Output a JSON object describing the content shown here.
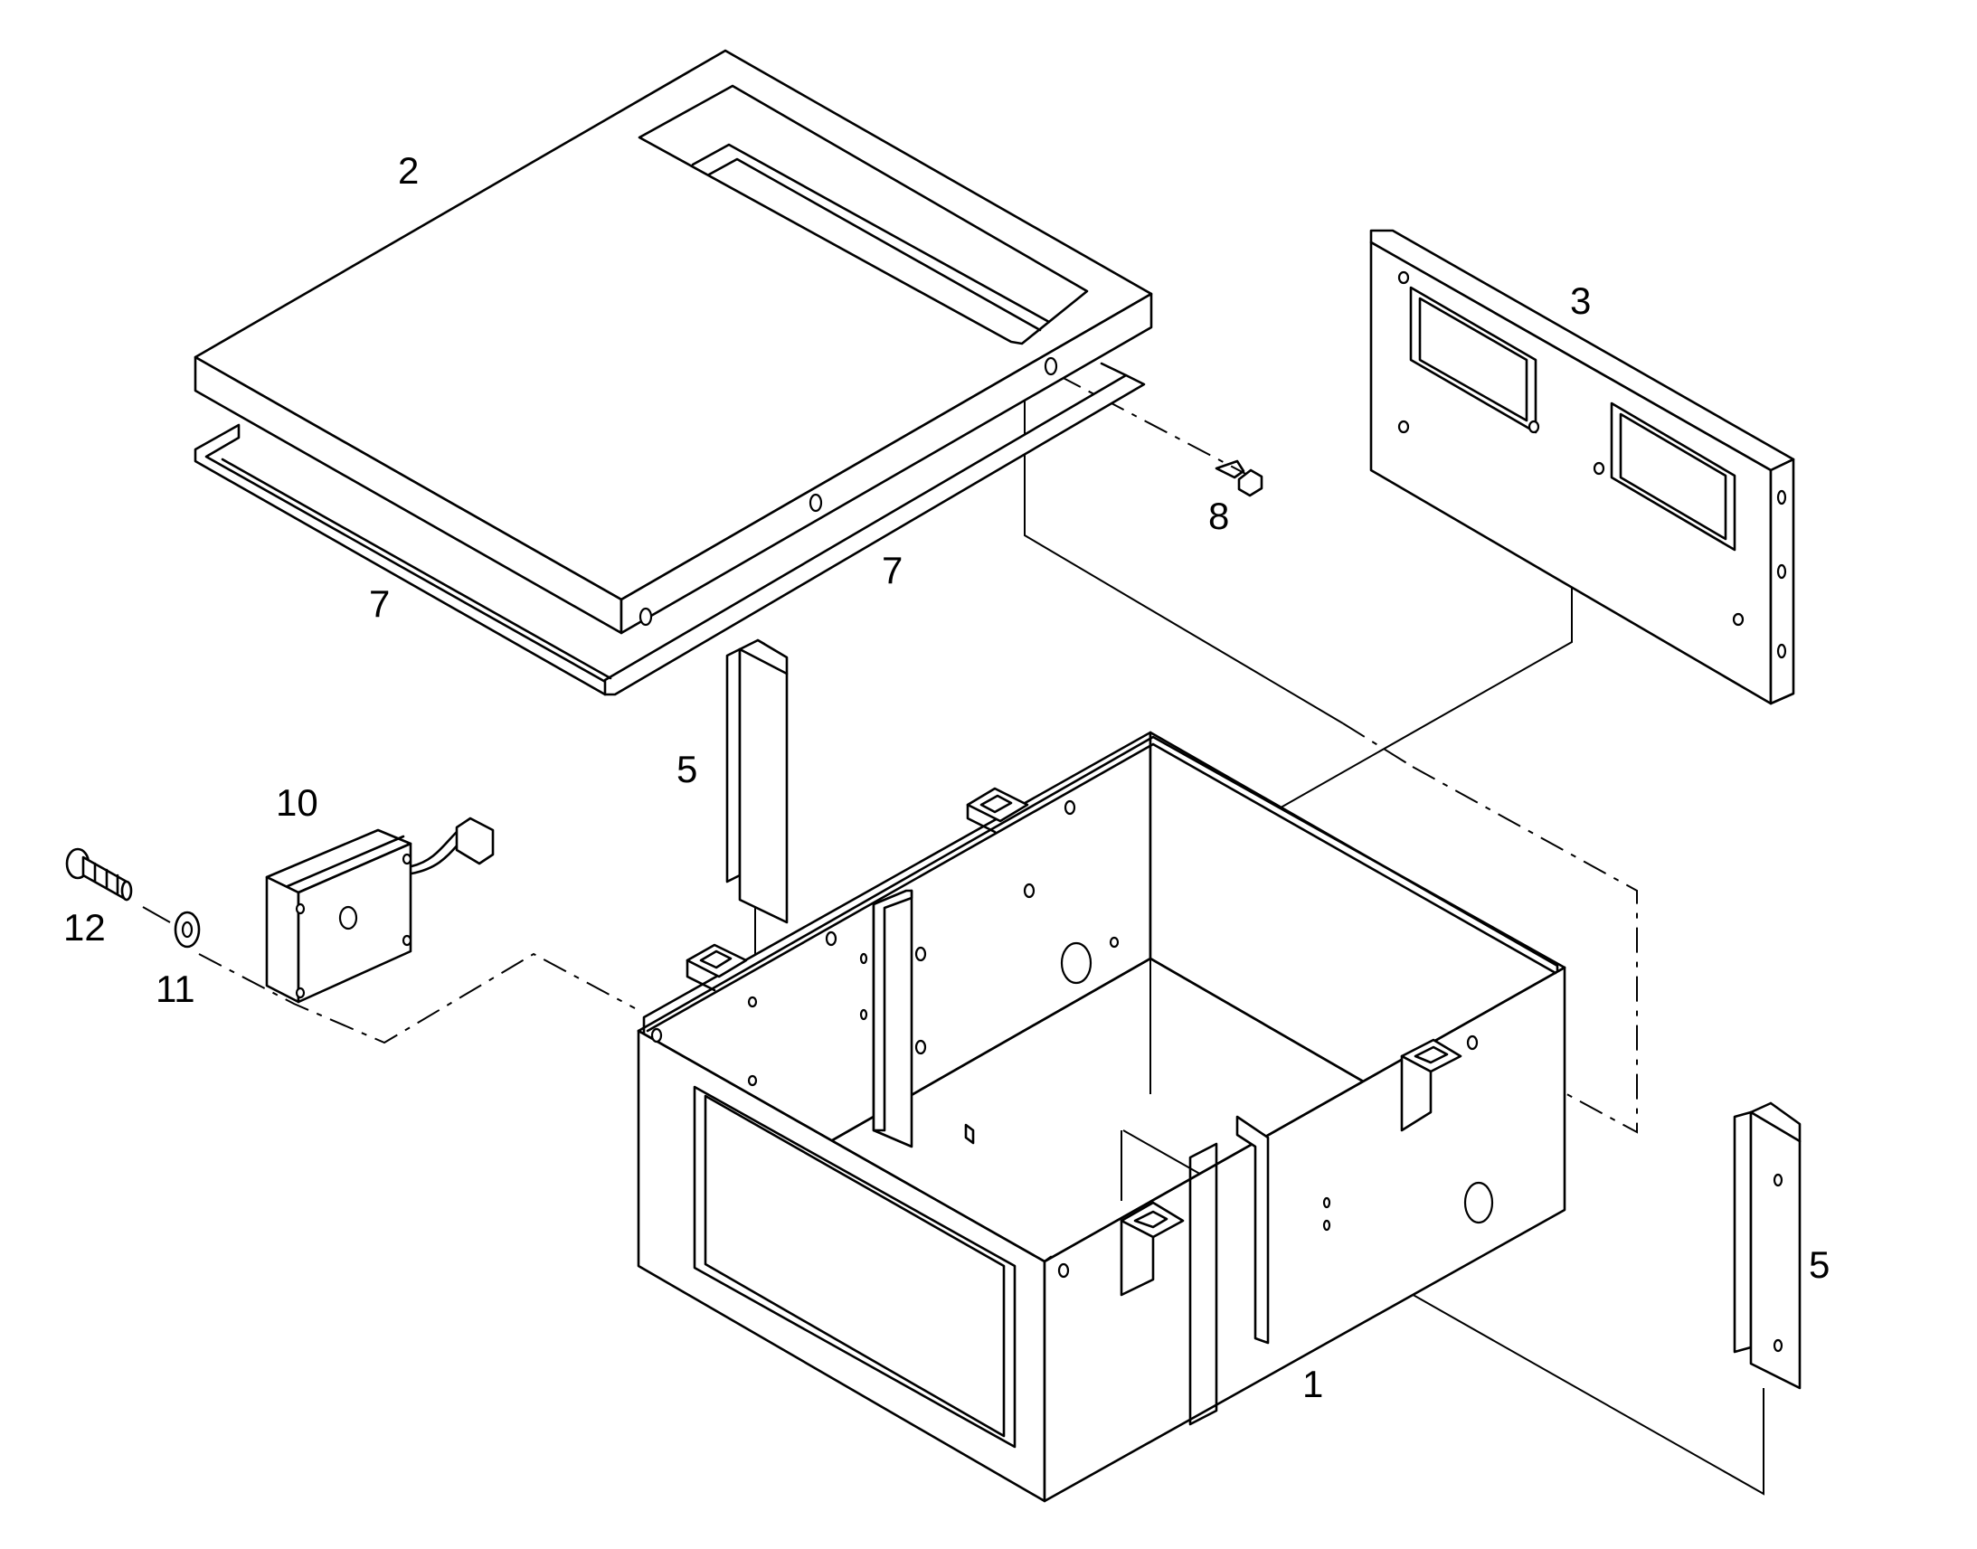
{
  "callouts": {
    "p1": "1",
    "p2": "2",
    "p3": "3",
    "p5_left": "5",
    "p5_right": "5",
    "p7_left": "7",
    "p7_right": "7",
    "p8": "8",
    "p10": "10",
    "p11": "11",
    "p12": "12"
  }
}
